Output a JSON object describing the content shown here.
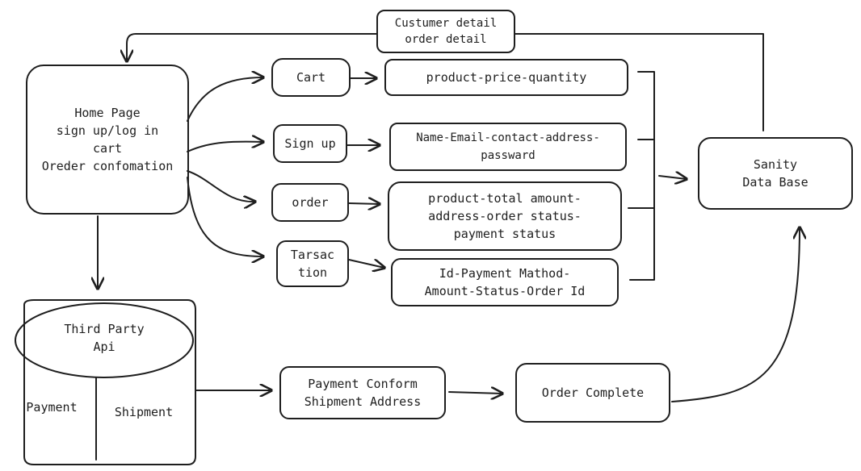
{
  "diagram": {
    "home": "Home Page\nsign up/log in\ncart\nOreder confomation",
    "db_top": "Custumer detail\norder detail",
    "cart": "Cart",
    "cart_fields": "product-price-quantity",
    "signup": "Sign up",
    "signup_fields": "Name-Email-contact-address-\npassward",
    "order": "order",
    "order_fields": "product-total amount-\naddress-order status-\npayment status",
    "transaction": "Tarsac\ntion",
    "transaction_fields": "Id-Payment Mathod-\nAmount-Status-Order Id",
    "sanity": "Sanity\nData Base",
    "third_party": "Third Party\nApi",
    "payment": "Payment",
    "shipment": "Shipment",
    "payment_conform": "Payment Conform\nShipment Address",
    "order_complete": "Order Complete"
  }
}
